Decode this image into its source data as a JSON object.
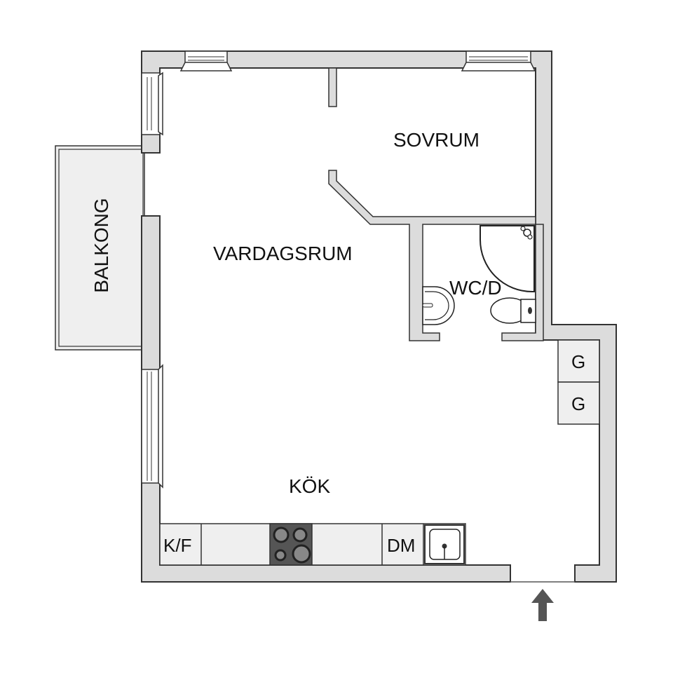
{
  "floorplan": {
    "rooms": {
      "sovrum": "SOVRUM",
      "vardagsrum": "VARDAGSRUM",
      "wc": "WC/D",
      "kok": "KÖK",
      "balkong": "BALKONG"
    },
    "fixtures": {
      "garderob_1": "G",
      "garderob_2": "G",
      "kyl_frys": "K/F",
      "diskmaskin": "DM"
    },
    "entrance_arrow": "entrance-arrow"
  },
  "colors": {
    "wall_fill": "#dcdcdc",
    "wall_stroke": "#333333",
    "fixture_fill": "#efefef",
    "stove_fill": "#555555",
    "arrow": "#555555"
  }
}
